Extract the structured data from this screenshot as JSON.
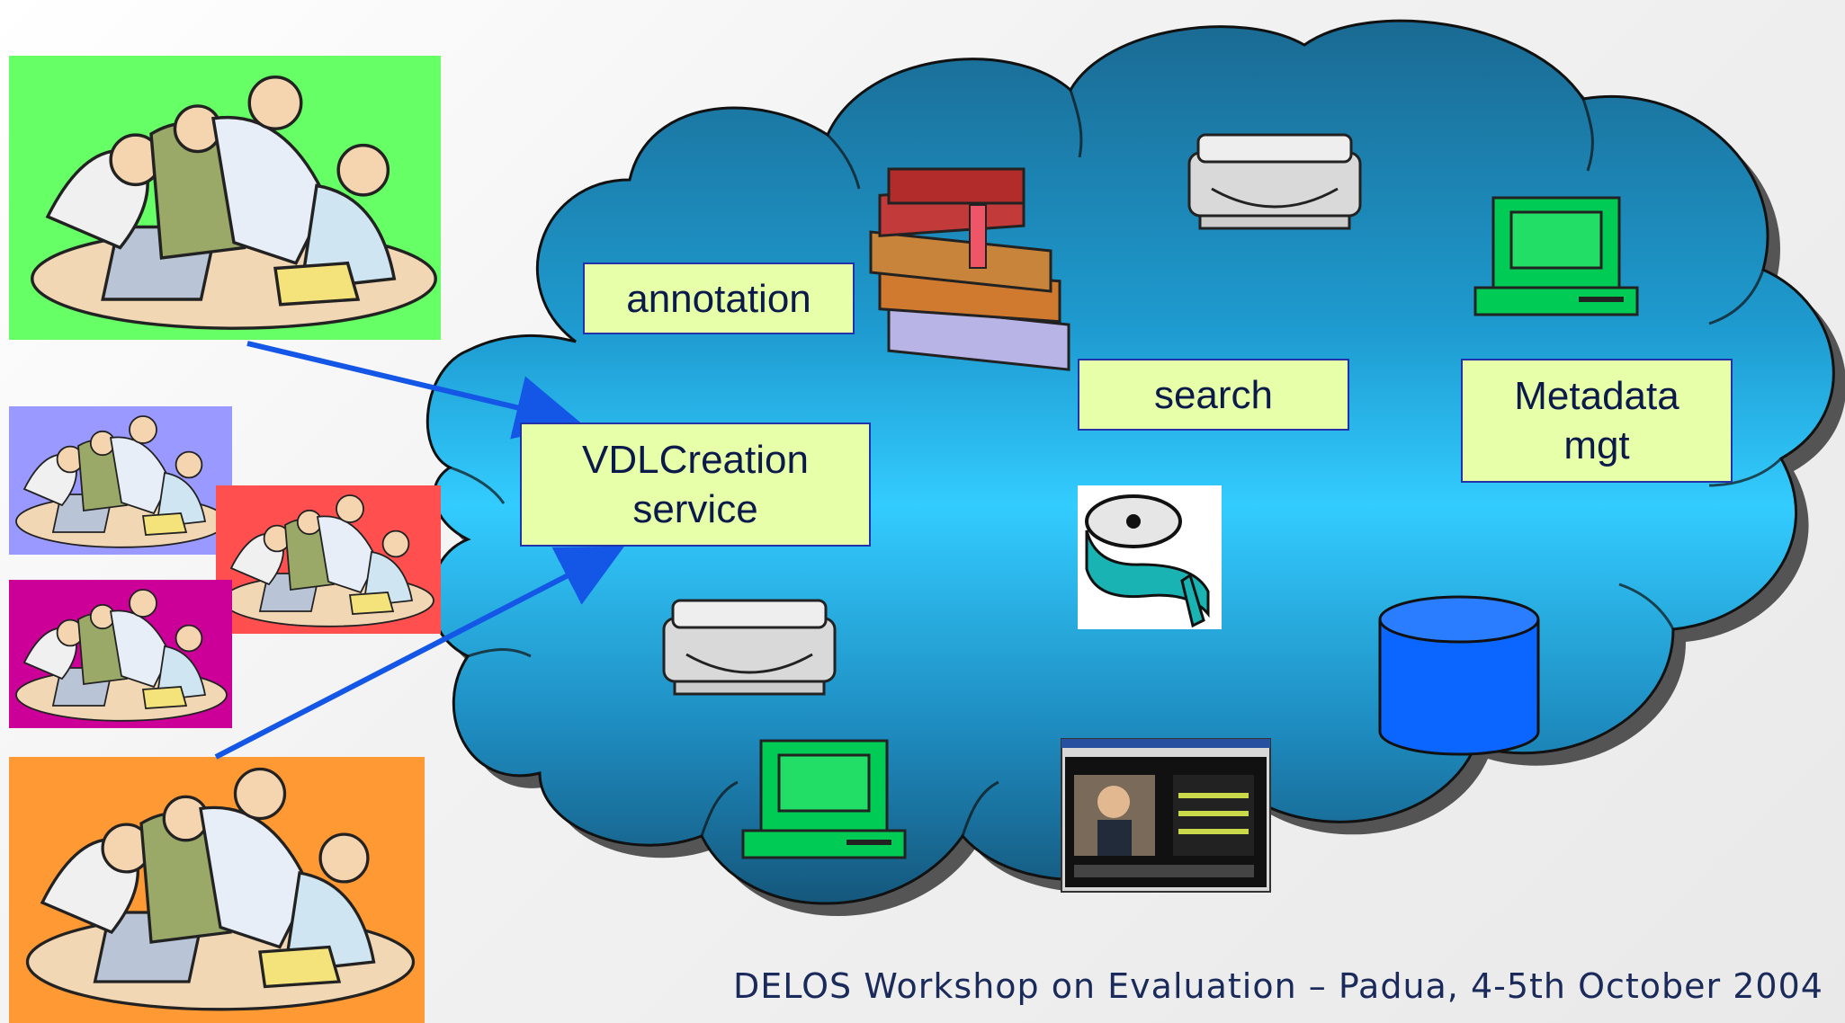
{
  "boxes": {
    "annotation": "annotation",
    "search": "search",
    "metadata": "Metadata\nmgt",
    "vdlcreation": "VDLCreation\nservice"
  },
  "footer": "DELOS Workshop on Evaluation – Padua, 4-5th October 2004",
  "icons": [
    "people-group-icon",
    "books-icon",
    "disk-drive-icon",
    "computer-icon",
    "film-reel-icon",
    "database-icon",
    "video-screenshot-icon"
  ],
  "colors": {
    "cloud_light": "#33ccff",
    "cloud_dark": "#1a6a92",
    "box_fill": "#e6ffa8",
    "arrow": "#1456e6",
    "group_green": "#66ff66",
    "group_purple": "#9999ff",
    "group_red": "#ff4f4f",
    "group_magenta": "#cc0099",
    "group_orange": "#ff9933"
  }
}
